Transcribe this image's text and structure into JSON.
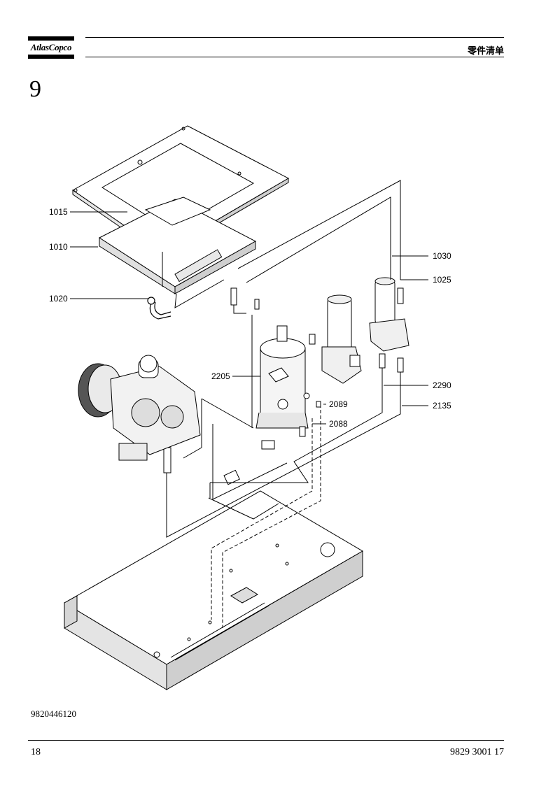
{
  "header": {
    "logo_text": "AtlasCopco",
    "title": "零件清单"
  },
  "section_number": "9",
  "parts": [
    {
      "label": "1015"
    },
    {
      "label": "1010"
    },
    {
      "label": "1020"
    },
    {
      "label": "1030"
    },
    {
      "label": "1025"
    },
    {
      "label": "2205"
    },
    {
      "label": "2089"
    },
    {
      "label": "2088"
    },
    {
      "label": "2290"
    },
    {
      "label": "2135"
    }
  ],
  "drawing_reference": "9820446120",
  "footer": {
    "page_number": "18",
    "document_number": "9829 3001 17"
  }
}
